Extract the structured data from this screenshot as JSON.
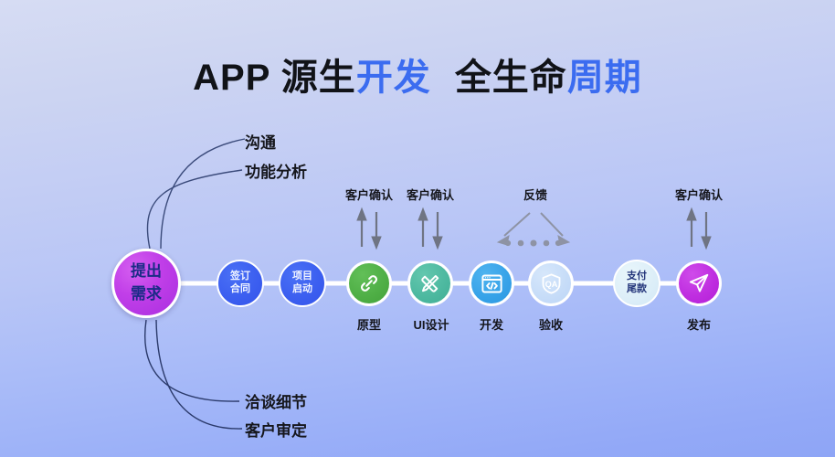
{
  "title": {
    "part1": "APP 源生",
    "part2_blue": "开发",
    "part3": "全生命",
    "part4_blue": "周期"
  },
  "colors": {
    "title_black": "#111318",
    "title_blue": "#3b6cf0",
    "hero_node": "#c13fe8",
    "blue_node": "#3c5ff0",
    "green_node": "#4eae45",
    "teal_node": "#4cb89f",
    "lightblue_node": "#36a2e8",
    "pale_node": "#c6dcf8",
    "magenta_node": "#bf2ee0",
    "arrow_gray": "#6f7483",
    "branch_line": "#3a4a7a"
  },
  "branches": {
    "top": [
      {
        "label": "沟通"
      },
      {
        "label": "功能分析"
      }
    ],
    "bottom": [
      {
        "label": "洽谈细节"
      },
      {
        "label": "客户审定"
      }
    ]
  },
  "hero": {
    "label": "提出\n需求"
  },
  "flow_nodes": [
    {
      "id": "contract",
      "label": "签订\n合同",
      "style": "blue",
      "icon": "none",
      "caption": ""
    },
    {
      "id": "kickoff",
      "label": "项目\n启动",
      "style": "blue",
      "icon": "none",
      "caption": ""
    },
    {
      "id": "prototype",
      "label": "",
      "style": "green",
      "icon": "link-icon",
      "caption": "原型"
    },
    {
      "id": "uidesign",
      "label": "",
      "style": "teal",
      "icon": "pen-ruler-icon",
      "caption": "UI设计"
    },
    {
      "id": "develop",
      "label": "",
      "style": "blue-ic",
      "icon": "code-window-icon",
      "caption": "开发"
    },
    {
      "id": "accept",
      "label": "",
      "style": "pale-ic",
      "icon": "qa-shield-icon",
      "caption": "验收"
    },
    {
      "id": "payment",
      "label": "支付\n尾款",
      "style": "pale",
      "icon": "none",
      "caption": ""
    },
    {
      "id": "release",
      "label": "",
      "style": "magenta",
      "icon": "send-icon",
      "caption": "发布"
    }
  ],
  "annotations": [
    {
      "id": "confirm-prototype",
      "label": "客户确认",
      "type": "two-way-arrows"
    },
    {
      "id": "confirm-uidesign",
      "label": "客户确认",
      "type": "two-way-arrows"
    },
    {
      "id": "feedback",
      "label": "反馈",
      "type": "dotted-loop-arrows"
    },
    {
      "id": "confirm-payment",
      "label": "客户确认",
      "type": "two-way-arrows"
    }
  ]
}
